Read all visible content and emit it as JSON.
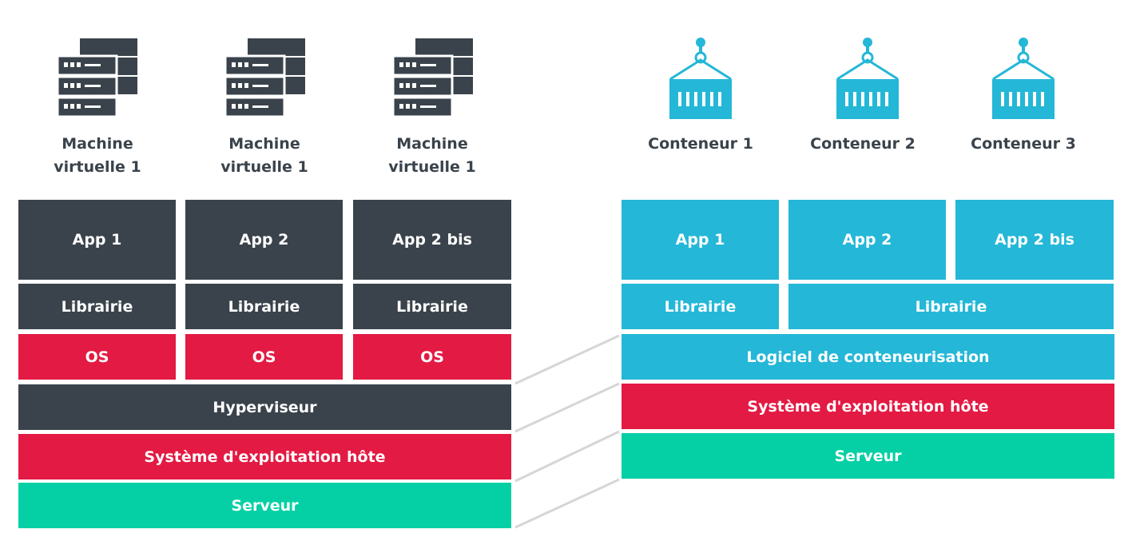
{
  "colors": {
    "dark": "#3a434b",
    "red": "#e31a43",
    "green": "#05d0a5",
    "blue": "#24b7d7",
    "connector": "#d6d6d6"
  },
  "vm_side": {
    "captions": [
      {
        "line1": "Machine",
        "line2": "virtuelle 1",
        "icon": "server-rack-icon"
      },
      {
        "line1": "Machine",
        "line2": "virtuelle 1",
        "icon": "server-rack-icon"
      },
      {
        "line1": "Machine",
        "line2": "virtuelle 1",
        "icon": "server-rack-icon"
      }
    ],
    "apps": [
      "App 1",
      "App 2",
      "App 2 bis"
    ],
    "libraries": [
      "Librairie",
      "Librairie",
      "Librairie"
    ],
    "os": [
      "OS",
      "OS",
      "OS"
    ],
    "hypervisor": "Hyperviseur",
    "host_os": "Système d'exploitation hôte",
    "server": "Serveur"
  },
  "container_side": {
    "captions": [
      {
        "label": "Conteneur 1",
        "icon": "shipping-container-icon"
      },
      {
        "label": "Conteneur 2",
        "icon": "shipping-container-icon"
      },
      {
        "label": "Conteneur 3",
        "icon": "shipping-container-icon"
      }
    ],
    "apps": [
      "App 1",
      "App 2",
      "App 2 bis"
    ],
    "libraries": [
      "Librairie",
      "Librairie"
    ],
    "runtime": "Logiciel de conteneurisation",
    "host_os": "Système d'exploitation hôte",
    "server": "Serveur"
  }
}
